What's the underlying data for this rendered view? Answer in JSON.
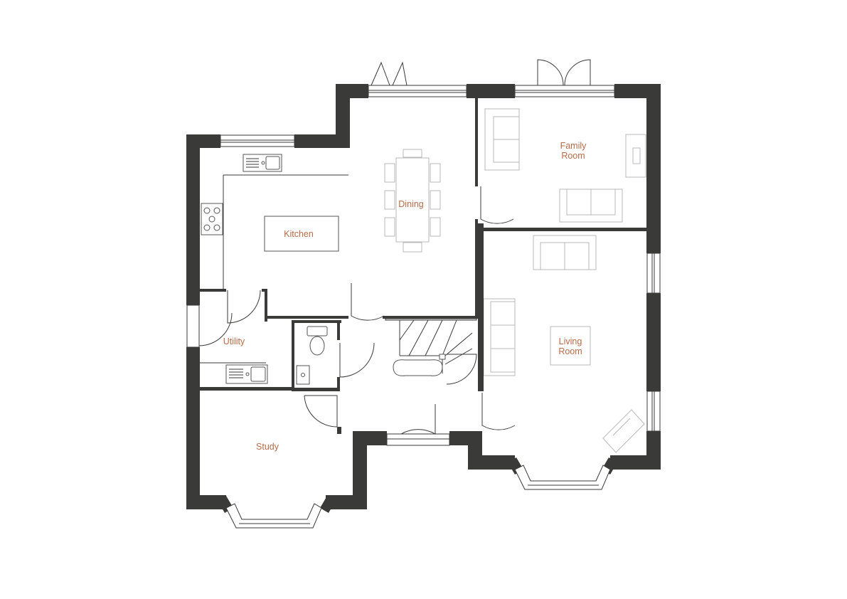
{
  "plan": {
    "label_color": "#b86b47",
    "wall_color": "#3a3a39",
    "rooms": [
      {
        "id": "kitchen",
        "lines": [
          "Kitchen"
        ]
      },
      {
        "id": "dining",
        "lines": [
          "Dining"
        ]
      },
      {
        "id": "family-room",
        "lines": [
          "Family",
          "Room"
        ]
      },
      {
        "id": "living-room",
        "lines": [
          "Living",
          "Room"
        ]
      },
      {
        "id": "utility",
        "lines": [
          "Utility"
        ]
      },
      {
        "id": "study",
        "lines": [
          "Study"
        ]
      }
    ]
  }
}
